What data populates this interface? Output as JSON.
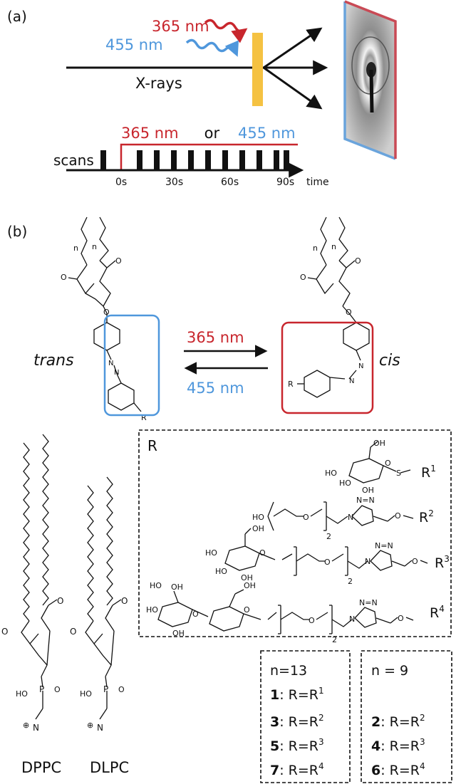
{
  "panel_a": {
    "label": "(a)",
    "wavelength_red": "365 nm",
    "wavelength_blue": "455 nm",
    "xrays_label": "X-rays",
    "timeline": {
      "scans_label": "scans",
      "header_red": "365 nm",
      "header_or": " or ",
      "header_blue": "455 nm",
      "ticks": [
        "0s",
        "30s",
        "60s",
        "90s"
      ],
      "axis_label": "time"
    }
  },
  "panel_b": {
    "label": "(b)",
    "trans_label": "trans",
    "cis_label": "cis",
    "forward_wavelength": "365 nm",
    "backward_wavelength": "455 nm",
    "n_label": "n",
    "r_label": "R",
    "ester_o": "O",
    "azo_n": "N"
  },
  "r_box": {
    "title": "R",
    "groups": [
      {
        "name": "R",
        "sup": "1",
        "atoms": [
          "HO",
          "OH",
          "HO",
          "O",
          "S",
          "OH"
        ]
      },
      {
        "name": "R",
        "sup": "2",
        "atoms": [
          "HO",
          "O",
          "2",
          "N",
          "N=N",
          "O"
        ]
      },
      {
        "name": "R",
        "sup": "3",
        "atoms": [
          "OH",
          "HO",
          "HO",
          "O",
          "OH",
          "O",
          "2",
          "N=N",
          "N",
          "O"
        ]
      },
      {
        "name": "R",
        "sup": "4",
        "atoms": [
          "HO",
          "OH",
          "HO",
          "O",
          "OH",
          "O",
          "OH",
          "O",
          "2",
          "N=N",
          "N",
          "O"
        ]
      }
    ]
  },
  "lipids": {
    "dppc": "DPPC",
    "dlpc": "DLPC",
    "atoms": {
      "o": "O",
      "ho": "HO",
      "p": "P",
      "o2": "O",
      "n": "N",
      "plus": "⊕"
    }
  },
  "compounds": {
    "left": {
      "header": "n=13",
      "items": [
        {
          "num": "1",
          "text": ": R=R",
          "sup": "1"
        },
        {
          "num": "3",
          "text": ": R=R",
          "sup": "2"
        },
        {
          "num": "5",
          "text": ": R=R",
          "sup": "3"
        },
        {
          "num": "7",
          "text": ": R=R",
          "sup": "4"
        }
      ]
    },
    "right": {
      "header": "n = 9",
      "items": [
        {
          "num": "2",
          "text": ": R=R",
          "sup": "2"
        },
        {
          "num": "4",
          "text": ": R=R",
          "sup": "3"
        },
        {
          "num": "6",
          "text": ": R=R",
          "sup": "4"
        }
      ]
    }
  },
  "colors": {
    "red": "#c8262d",
    "blue": "#4f97dc",
    "sample": "#f5c242",
    "black": "#111111",
    "detector_red": "#c94a55",
    "detector_blue": "#6aa4dc"
  }
}
